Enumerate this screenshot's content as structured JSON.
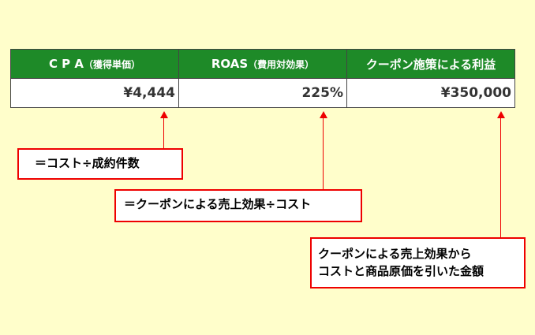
{
  "table": {
    "headers": [
      {
        "main": "C P A",
        "sub": "（獲得単価）"
      },
      {
        "main": "ROAS",
        "sub": "（費用対効果）"
      },
      {
        "main": "クーポン施策による利益",
        "sub": ""
      }
    ],
    "values": [
      "¥4,444",
      "225%",
      "¥350,000"
    ]
  },
  "notes": [
    "＝コスト÷成約件数",
    "＝クーポンによる売上効果÷コスト",
    "クーポンによる売上効果から",
    "コストと商品原価を引いた金額"
  ],
  "colors": {
    "header": "#1e8a28",
    "accent": "#ee0000",
    "background": "#fffecb"
  }
}
